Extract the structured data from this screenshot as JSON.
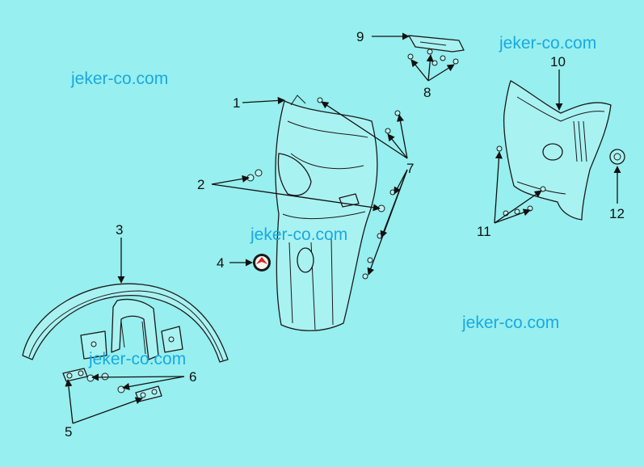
{
  "watermark": {
    "text": "jeker-co.com",
    "color": "#1aa9e0"
  },
  "callouts": {
    "c1": "1",
    "c2": "2",
    "c3": "3",
    "c4": "4",
    "c5": "5",
    "c6": "6",
    "c7": "7",
    "c8": "8",
    "c9": "9",
    "c10": "10",
    "c11": "11",
    "c12": "12"
  },
  "colors": {
    "background": "#97efef",
    "line_art": "#1a1a1a",
    "emblem_accent": "#d62a1e"
  }
}
